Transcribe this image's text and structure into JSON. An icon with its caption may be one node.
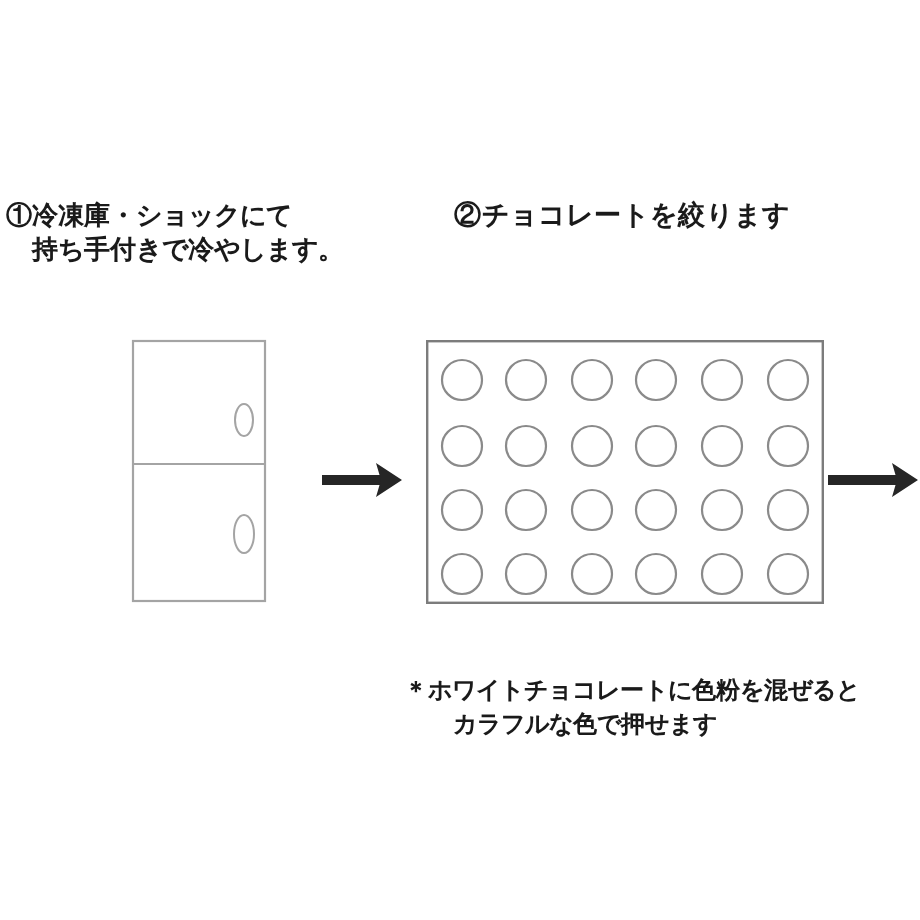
{
  "diagram": {
    "nodes": [
      {
        "text": [
          "①冷凍庫・ショックにて持ち手付きで冷やします。"
        ]
      },
      {
        "text": [
          "②チョコレートを絞ります"
        ]
      }
    ],
    "edges": [
      {
        "from": 0,
        "to": 1,
        "arrow": "to"
      },
      {
        "from": 1,
        "to": null,
        "arrow": "to"
      }
    ],
    "labels": [
      "＊ホワイトチョコレートに色粉を混ぜるとカラフルな色で押せます"
    ]
  }
}
